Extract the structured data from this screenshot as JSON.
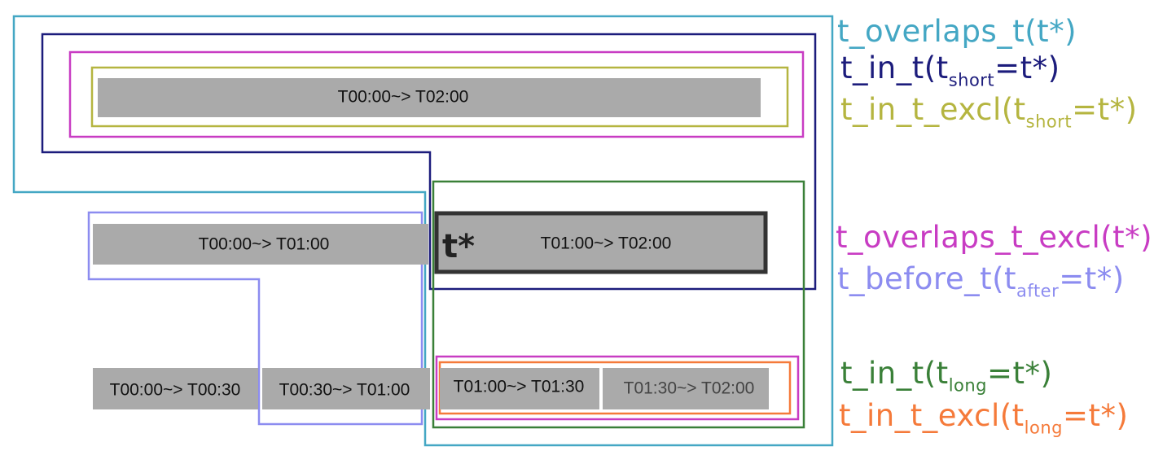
{
  "intervals": {
    "full": "T00:00~> T02:00",
    "first_hour": "T00:00~> T01:00",
    "second_hour": "T01:00~> T02:00",
    "q1": "T00:00~> T00:30",
    "q2": "T00:30~> T01:00",
    "q3": "T01:00~> T01:30",
    "q4": "T01:30~> T02:00"
  },
  "t_star_label": "t*",
  "colors": {
    "overlaps": "#44a7c4",
    "in_short": "#1c1c7c",
    "in_excl_short": "#b5b540",
    "overlaps_excl": "#c83cc3",
    "before": "#8c8cf0",
    "in_long": "#3a8038",
    "in_excl_long": "#f57a3a",
    "t_star_border": "#333333",
    "bar": "#aaaaaa"
  },
  "legend": {
    "overlaps": {
      "text": "t_overlaps_t(t*)"
    },
    "in_short": {
      "pre": "t_in_t(t",
      "sub": "short",
      "post": "=t*)"
    },
    "in_excl_short": {
      "pre": "t_in_t_excl(t",
      "sub": "short",
      "post": "=t*)"
    },
    "overlaps_excl": {
      "text": "t_overlaps_t_excl(t*)"
    },
    "before": {
      "pre": "t_before_t(t",
      "sub": "after",
      "post": "=t*)"
    },
    "in_long": {
      "pre": "t_in_t(t",
      "sub": "long",
      "post": "=t*)"
    },
    "in_excl_long": {
      "pre": "t_in_t_excl(t",
      "sub": "long",
      "post": "=t*)"
    }
  }
}
